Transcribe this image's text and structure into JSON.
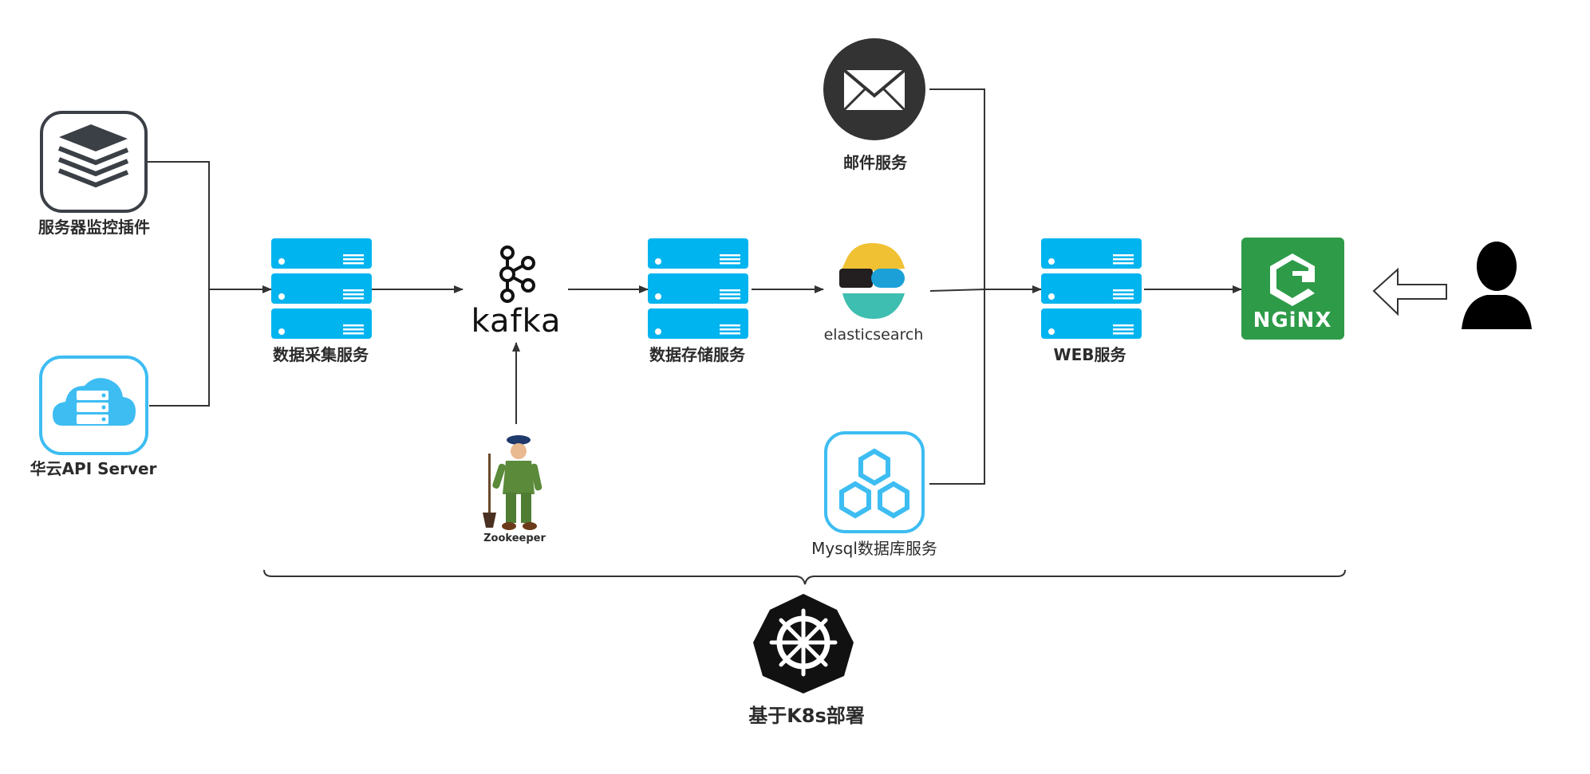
{
  "nodes": {
    "server_plugin": {
      "label": "服务器监控插件"
    },
    "huayun_api": {
      "label": "华云API Server"
    },
    "collect_service": {
      "label": "数据采集服务"
    },
    "kafka": {
      "label": "kafka"
    },
    "zookeeper": {
      "label": "Zookeeper"
    },
    "storage_service": {
      "label": "数据存储服务"
    },
    "elasticsearch": {
      "label": "elasticsearch"
    },
    "mail_service": {
      "label": "邮件服务"
    },
    "mysql_service": {
      "label": "Mysql数据库服务"
    },
    "web_service": {
      "label": "WEB服务"
    },
    "nginx": {
      "label": "NGiNX"
    },
    "k8s": {
      "label": "基于K8s部署"
    }
  },
  "colors": {
    "server_blue": "#00b4ef",
    "nginx_green": "#2e9b49",
    "dark": "#2b2b2b",
    "mysql_blue": "#3dbdf2"
  }
}
